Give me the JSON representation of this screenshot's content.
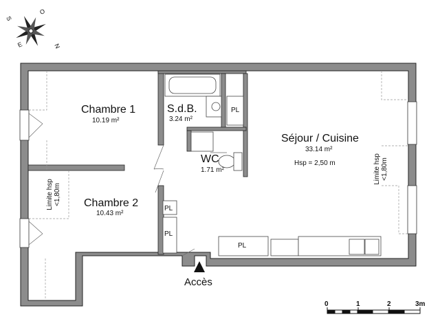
{
  "compass": {
    "labels": {
      "n": "N",
      "s": "S",
      "e": "E",
      "w": "O"
    }
  },
  "rooms": {
    "chambre1": {
      "name": "Chambre 1",
      "area": "10.19 m²"
    },
    "sdb": {
      "name": "S.d.B.",
      "area": "3.24 m²"
    },
    "wc": {
      "name": "WC",
      "area": "1.71 m²"
    },
    "sejour": {
      "name": "Séjour / Cuisine",
      "area": "33.14 m²",
      "hsp": "Hsp =  2,50 m"
    },
    "chambre2": {
      "name": "Chambre 2",
      "area": "10.43 m²"
    }
  },
  "closets": {
    "pl1": "PL",
    "pl2": "PL",
    "pl3": "PL",
    "pl4": "PL"
  },
  "height_limits": {
    "left": [
      "Limite hsp",
      "<1,80m"
    ],
    "right": [
      "Limite hsp",
      "<1,80m"
    ]
  },
  "entry": {
    "label": "Accès"
  },
  "scale": {
    "ticks": [
      "0",
      "1",
      "2",
      "3m"
    ]
  },
  "colors": {
    "wall": "#8c8c8c",
    "wall_edge": "#222222",
    "line": "#555555"
  }
}
